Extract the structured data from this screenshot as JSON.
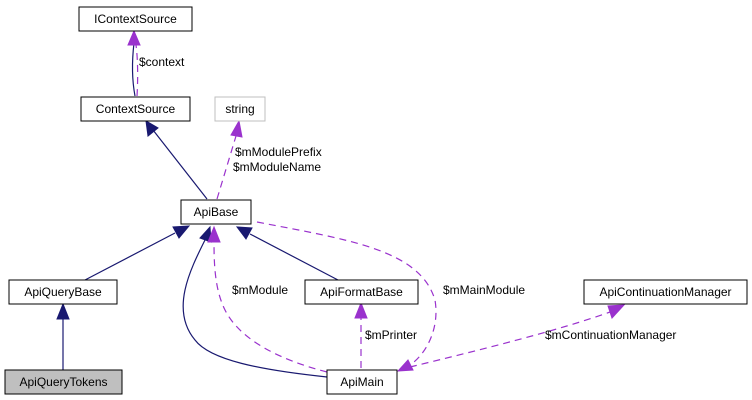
{
  "diagram": {
    "type": "collaboration-graph",
    "nodes": [
      {
        "id": "IContextSource",
        "label": "IContextSource",
        "style": "normal"
      },
      {
        "id": "ContextSource",
        "label": "ContextSource",
        "style": "normal"
      },
      {
        "id": "string",
        "label": "string",
        "style": "external"
      },
      {
        "id": "ApiBase",
        "label": "ApiBase",
        "style": "normal"
      },
      {
        "id": "ApiQueryBase",
        "label": "ApiQueryBase",
        "style": "normal"
      },
      {
        "id": "ApiFormatBase",
        "label": "ApiFormatBase",
        "style": "normal"
      },
      {
        "id": "ApiContinuationManager",
        "label": "ApiContinuationManager",
        "style": "normal"
      },
      {
        "id": "ApiQueryTokens",
        "label": "ApiQueryTokens",
        "style": "highlighted"
      },
      {
        "id": "ApiMain",
        "label": "ApiMain",
        "style": "normal"
      }
    ],
    "edges": [
      {
        "from": "ContextSource",
        "to": "IContextSource",
        "kind": "inheritance"
      },
      {
        "from": "ContextSource",
        "to": "IContextSource",
        "kind": "usage",
        "label": "$context"
      },
      {
        "from": "ApiBase",
        "to": "ContextSource",
        "kind": "inheritance"
      },
      {
        "from": "ApiBase",
        "to": "string",
        "kind": "usage",
        "label": "$mModulePrefix\n$mModuleName"
      },
      {
        "from": "ApiQueryBase",
        "to": "ApiBase",
        "kind": "inheritance"
      },
      {
        "from": "ApiFormatBase",
        "to": "ApiBase",
        "kind": "inheritance"
      },
      {
        "from": "ApiMain",
        "to": "ApiBase",
        "kind": "inheritance"
      },
      {
        "from": "ApiMain",
        "to": "ApiBase",
        "kind": "usage",
        "label": "$mModule"
      },
      {
        "from": "ApiBase",
        "to": "ApiMain",
        "kind": "usage",
        "label": "$mMainModule"
      },
      {
        "from": "ApiMain",
        "to": "ApiFormatBase",
        "kind": "usage",
        "label": "$mPrinter"
      },
      {
        "from": "ApiMain",
        "to": "ApiContinuationManager",
        "kind": "usage",
        "label": "$mContinuationManager"
      },
      {
        "from": "ApiQueryTokens",
        "to": "ApiQueryBase",
        "kind": "inheritance"
      }
    ],
    "labels": {
      "context": "$context",
      "module_prefix": "$mModulePrefix",
      "module_name": "$mModuleName",
      "module": "$mModule",
      "main_module": "$mMainModule",
      "printer": "$mPrinter",
      "continuation_manager": "$mContinuationManager"
    },
    "colors": {
      "inheritance_edge": "#191970",
      "usage_edge": "#9a32cd",
      "highlight_fill": "#bfbfbf",
      "external_border": "#bfbfbf"
    }
  }
}
